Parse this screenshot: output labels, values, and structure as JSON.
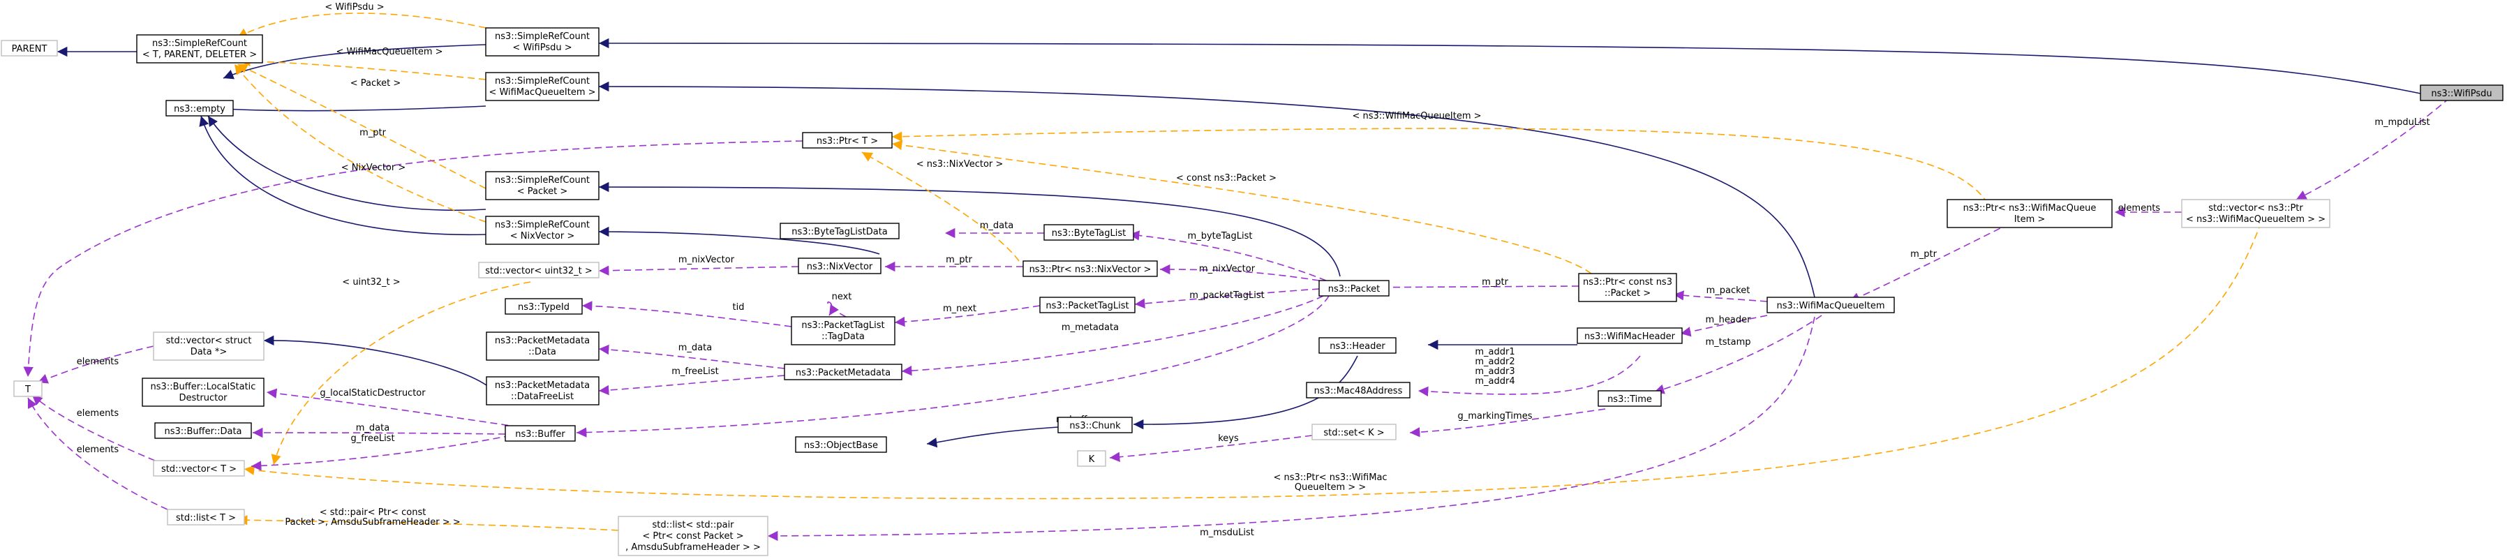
{
  "nodes": {
    "parent": {
      "lines": [
        "PARENT"
      ]
    },
    "simplerefcount_t": {
      "lines": [
        "ns3::SimpleRefCount",
        "< T, PARENT, DELETER >"
      ]
    },
    "src_wifipsdu": {
      "lines": [
        "ns3::SimpleRefCount",
        "< WifiPsdu >"
      ]
    },
    "src_wifimacqueueitem": {
      "lines": [
        "ns3::SimpleRefCount",
        "< WifiMacQueueItem >"
      ]
    },
    "empty": {
      "lines": [
        "ns3::empty"
      ]
    },
    "ptr_t": {
      "lines": [
        "ns3::Ptr< T >"
      ]
    },
    "src_packet": {
      "lines": [
        "ns3::SimpleRefCount",
        "< Packet >"
      ]
    },
    "src_nixvector": {
      "lines": [
        "ns3::SimpleRefCount",
        "< NixVector >"
      ]
    },
    "bytetaglistdata": {
      "lines": [
        "ns3::ByteTagListData"
      ]
    },
    "bytetaglist": {
      "lines": [
        "ns3::ByteTagList"
      ]
    },
    "vector_uint32": {
      "lines": [
        "std::vector< uint32_t >"
      ]
    },
    "nixvector": {
      "lines": [
        "ns3::NixVector"
      ]
    },
    "ptr_nixvector": {
      "lines": [
        "ns3::Ptr< ns3::NixVector >"
      ]
    },
    "packet": {
      "lines": [
        "ns3::Packet"
      ]
    },
    "ptr_const_packet": {
      "lines": [
        "ns3::Ptr< const ns3",
        "::Packet >"
      ]
    },
    "typeid": {
      "lines": [
        "ns3::TypeId"
      ]
    },
    "packettaglist_tagdata": {
      "lines": [
        "ns3::PacketTagList",
        "::TagData"
      ]
    },
    "packettaglist": {
      "lines": [
        "ns3::PacketTagList"
      ]
    },
    "vector_struct_data": {
      "lines": [
        "std::vector< struct",
        " Data *>"
      ]
    },
    "t": {
      "lines": [
        "T"
      ]
    },
    "pm_data": {
      "lines": [
        "ns3::PacketMetadata",
        "::Data"
      ]
    },
    "packetmetadata": {
      "lines": [
        "ns3::PacketMetadata"
      ]
    },
    "pm_datafreelist": {
      "lines": [
        "ns3::PacketMetadata",
        "::DataFreeList"
      ]
    },
    "header": {
      "lines": [
        "ns3::Header"
      ]
    },
    "mac48address": {
      "lines": [
        "ns3::Mac48Address"
      ]
    },
    "wifimacheader": {
      "lines": [
        "ns3::WifiMacHeader"
      ]
    },
    "wifimacqueueitem": {
      "lines": [
        "ns3::WifiMacQueueItem"
      ]
    },
    "buffer_localstatic": {
      "lines": [
        "ns3::Buffer::LocalStatic",
        "Destructor"
      ]
    },
    "buffer_data": {
      "lines": [
        "ns3::Buffer::Data"
      ]
    },
    "buffer": {
      "lines": [
        "ns3::Buffer"
      ]
    },
    "chunk": {
      "lines": [
        "ns3::Chunk"
      ]
    },
    "objectbase": {
      "lines": [
        "ns3::ObjectBase"
      ]
    },
    "vector_t": {
      "lines": [
        "std::vector< T >"
      ]
    },
    "k": {
      "lines": [
        "K"
      ]
    },
    "set_k": {
      "lines": [
        "std::set< K >"
      ]
    },
    "time": {
      "lines": [
        "ns3::Time"
      ]
    },
    "list_t": {
      "lines": [
        "std::list< T >"
      ]
    },
    "list_pair": {
      "lines": [
        "std::list< std::pair",
        "< Ptr< const Packet >",
        ", AmsduSubframeHeader > >"
      ]
    },
    "ptr_wifimacqueueitem": {
      "lines": [
        "ns3::Ptr< ns3::WifiMacQueue",
        "Item >"
      ]
    },
    "vector_ptr_wmqi": {
      "lines": [
        "std::vector< ns3::Ptr",
        "< ns3::WifiMacQueueItem > >"
      ]
    },
    "wifipsdu": {
      "lines": [
        "ns3::WifiPsdu"
      ]
    }
  },
  "edge_labels": {
    "wifipsdu_tmpl": "< WifiPsdu >",
    "wmqi_tmpl": "< WifiMacQueueItem >",
    "packet_tmpl": "< Packet >",
    "nixvector_tmpl": "< NixVector >",
    "m_ptr_t": "m_ptr",
    "ptr_wmqi_tmpl": "< ns3::WifiMacQueueItem >",
    "m_mpdulist": "m_mpduList",
    "ptr_nixvector_tmpl": "< ns3::NixVector >",
    "const_packet_tmpl": "< const ns3::Packet >",
    "m_data_btl": "m_data",
    "m_bytetaglist": "m_byteTagList",
    "m_nixvector_vec": "m_nixVector",
    "m_ptr_nix": "m_ptr",
    "m_nixvector": "m_nixVector",
    "m_ptr_packet": "m_ptr",
    "m_packet": "m_packet",
    "elements_wmqi": "elements",
    "m_ptr_wmqi": "m_ptr",
    "tid": "tid",
    "next": "next",
    "m_next": "m_next",
    "m_packettaglist": "m_packetTagList",
    "uint32_tmpl": "< uint32_t >",
    "m_metadata": "m_metadata",
    "m_data_pm": "m_data",
    "m_freelist": "m_freeList",
    "m_header": "m_header",
    "m_tstamp": "m_tstamp",
    "m_addr": [
      "m_addr1",
      "m_addr2",
      "m_addr3",
      "m_addr4"
    ],
    "elements_struct": "elements",
    "g_localstatic": "g_localStaticDestructor",
    "m_buffer": "m_buffer",
    "m_data_buf": "m_data",
    "g_freelist": "g_freeList",
    "elements_vt": "elements",
    "elements_lt": "elements",
    "g_markingtimes": "g_markingTimes",
    "keys": "keys",
    "ptr_wifimac_tmpl": [
      "< ns3::Ptr< ns3::WifiMac",
      "QueueItem > >"
    ],
    "pair_tmpl": [
      "< std::pair< Ptr< const",
      " Packet >, AmsduSubframeHeader > >"
    ],
    "m_msdulist": "m_msduList"
  }
}
